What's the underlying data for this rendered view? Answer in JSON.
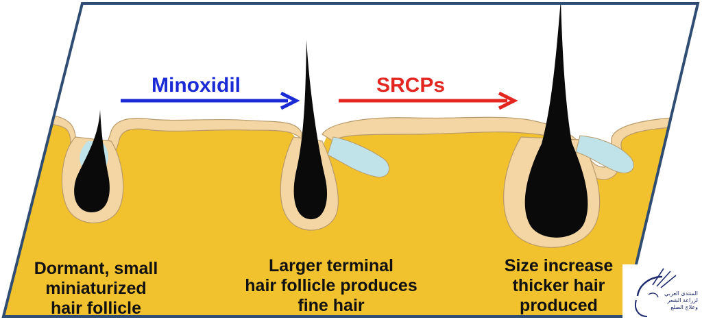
{
  "colors": {
    "border": "#2f4d73",
    "skin": "#f2c12e",
    "epidermis": "#f3d6a4",
    "sheath": "#bfe3e8",
    "hair": "#0a0a0a",
    "minoxidil": "#1a2bd6",
    "srcps": "#e3261f"
  },
  "arrows": {
    "minoxidil": {
      "label": "Minoxidil"
    },
    "srcps": {
      "label": "SRCPs"
    }
  },
  "stages": [
    {
      "line1": "Dormant, small",
      "line2": "miniaturized",
      "line3": "hair follicle"
    },
    {
      "line1": "Larger terminal",
      "line2": "hair follicle produces",
      "line3": "fine hair"
    },
    {
      "line1": "Size increase",
      "line2": "thicker hair",
      "line3": "produced"
    }
  ],
  "logo": {
    "icon": "hair-follicle-logo-icon",
    "line1": "المنتدى العربي",
    "line2": "لزراعة الشعر",
    "line3": "وعلاج الصلع"
  }
}
